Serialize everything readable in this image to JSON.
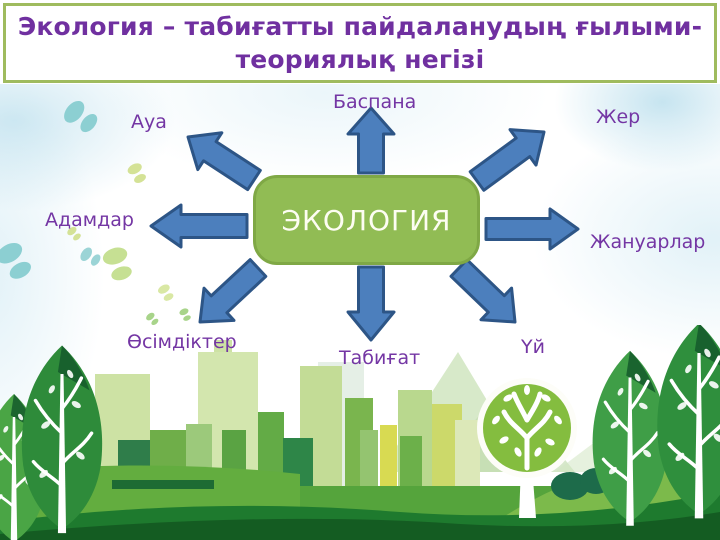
{
  "title": {
    "line1": "Экология – табиғатты пайдаланудың ғылыми-",
    "line2": "теориялық негізі"
  },
  "diagram": {
    "center_label": "ЭКОЛОГИЯ",
    "spokes": [
      {
        "direction": "up",
        "label": "Баспана"
      },
      {
        "direction": "up-right",
        "label": "Жер"
      },
      {
        "direction": "right",
        "label": "Жануарлар"
      },
      {
        "direction": "down-right",
        "label": "Үй"
      },
      {
        "direction": "down",
        "label": "Табиғат"
      },
      {
        "direction": "down-left",
        "label": "Өсімдіктер"
      },
      {
        "direction": "left",
        "label": "Адамдар"
      },
      {
        "direction": "up-left",
        "label": "Ауа"
      }
    ]
  },
  "decor": {
    "butterfly_icon": "butterfly-icon",
    "tree_icon": "leaf-tree-icon",
    "round_tree_icon": "round-tree-icon",
    "city": "city-skyline"
  },
  "colors": {
    "title_text": "#7030A0",
    "title_border": "#9fbb5e",
    "label_text": "#7436a4",
    "center_fill": "#91bc54",
    "center_border": "#7fa845",
    "center_text": "#fdfdf2",
    "arrow_fill": "#4c7fbd",
    "arrow_border": "#2d5586",
    "butterfly_teal": "#8ccfd2",
    "butterfly_green": "#c6e093",
    "hill_dark": "#1e7a2e",
    "hill_mid": "#55a43c"
  }
}
